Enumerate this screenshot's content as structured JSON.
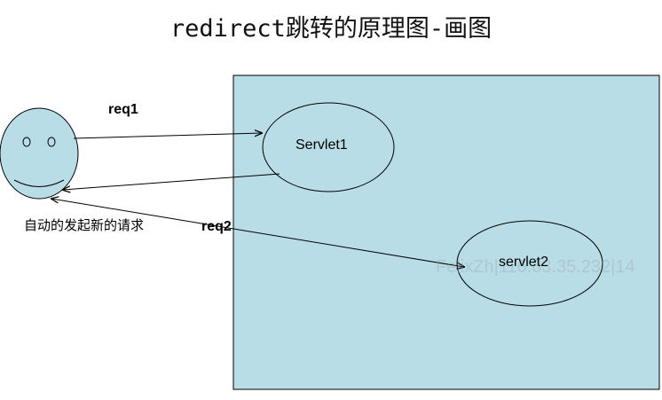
{
  "title": "redirect跳转的原理图-画图",
  "labels": {
    "req1": "req1",
    "req2": "req2",
    "client_note": "自动的发起新的请求",
    "servlet1": "Servlet1",
    "servlet2": "servlet2"
  },
  "watermark": "FelixZh|116.83.35.232|14",
  "colors": {
    "face_fill": "#b9dde6",
    "server_fill": "#b9dde6",
    "stroke": "#000000"
  }
}
